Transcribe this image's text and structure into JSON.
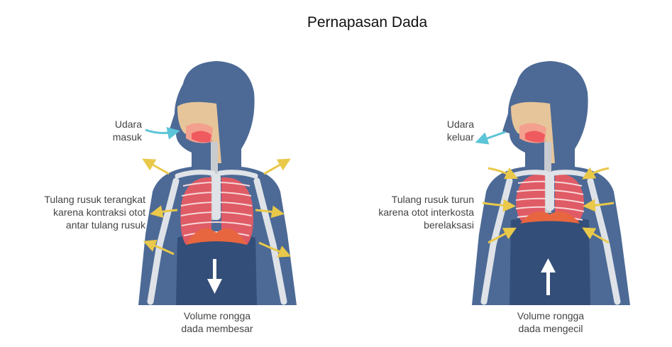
{
  "title": "Pernapasan Dada",
  "left_panel": {
    "air_label": "Udara\nmasuk",
    "rib_label": "Tulang rusuk terangkat\nkarena kontraksi otot\nantar tulang rusuk",
    "volume_label": "Volume rongga\ndada membesar",
    "arrow_direction": "down"
  },
  "right_panel": {
    "air_label": "Udara\nkeluar",
    "rib_label": "Tulang rusuk turun\nkarena otot interkosta\nberelaksasi",
    "volume_label": "Volume rongga\ndada mengecil",
    "arrow_direction": "up"
  },
  "colors": {
    "body": "#4d6a96",
    "chest_cavity": "#334e78",
    "bone": "#dfe3e8",
    "lungs": "#ef5a5f",
    "diaphragm": "#e8663f",
    "muscle_arrow": "#e9c84a",
    "air_arrow": "#5cc4d8",
    "airway": "#e7c59a"
  }
}
